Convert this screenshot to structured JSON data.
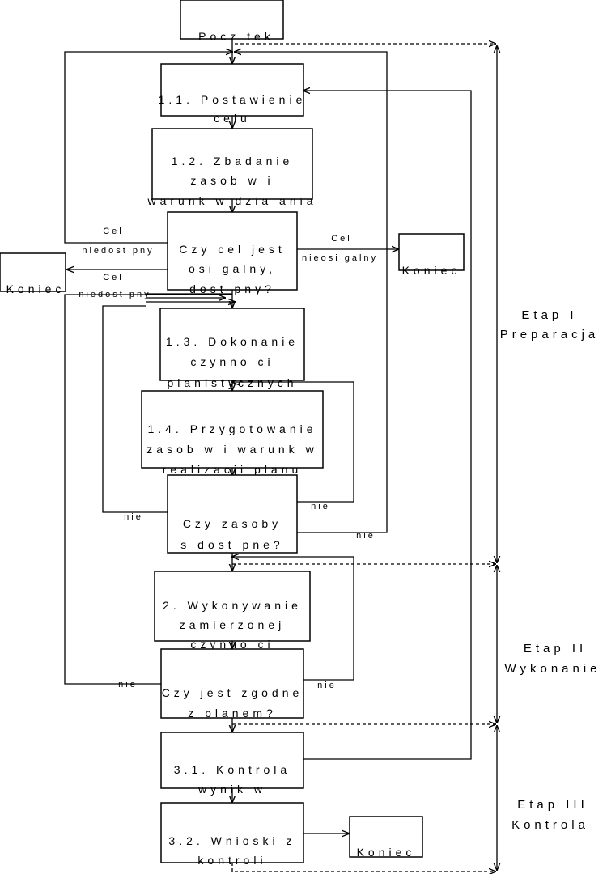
{
  "nodes": {
    "start": {
      "label": "Pocz tek"
    },
    "n11": {
      "line1": "1.1. Postawienie",
      "line2": "celu"
    },
    "n12": {
      "line1": "1.2. Zbadanie",
      "line2": "zasob w i",
      "line3": "warunk w dzia ania"
    },
    "q1": {
      "line1": "Czy cel jest",
      "line2": "osi galny,",
      "line3": "dost pny?"
    },
    "end_left": {
      "label": "Koniec"
    },
    "end_right": {
      "label": "Koniec"
    },
    "n13": {
      "line1": "1.3. Dokonanie",
      "line2": "czynno ci",
      "line3": "planistycznych"
    },
    "n14": {
      "line1": "1.4. Przygotowanie",
      "line2": "zasob w i warunk w",
      "line3": "realizacji planu"
    },
    "q2": {
      "line1": "Czy zasoby",
      "line2": "s  dost pne?"
    },
    "n2": {
      "line1": "2. Wykonywanie",
      "line2": "zamierzonej",
      "line3": "czynno ci"
    },
    "q3": {
      "line1": "Czy jest zgodne",
      "line2": "z planem?"
    },
    "n31": {
      "line1": "3.1. Kontrola",
      "line2": "wynik w"
    },
    "n32": {
      "line1": "3.2. Wnioski z",
      "line2": "kontroli"
    },
    "end_bottom": {
      "label": "Koniec"
    }
  },
  "edges": {
    "cel_niedostepny_top": {
      "line1": "Cel",
      "line2": "niedost pny"
    },
    "cel_niedostepny_left": {
      "line1": "Cel",
      "line2": "niedost pny"
    },
    "cel_nieosiagalny": {
      "line1": "Cel",
      "line2": "nieosi galny"
    },
    "nie_q2_left": {
      "label": "nie"
    },
    "nie_q2_right": {
      "label": "nie"
    },
    "nie_q2_return": {
      "label": "nie"
    },
    "nie_q3_left": {
      "label": "nie"
    },
    "nie_q3_right": {
      "label": "nie"
    }
  },
  "stages": {
    "etap1": {
      "line1": "Etap I",
      "line2": "Preparacja"
    },
    "etap2": {
      "line1": "Etap II",
      "line2": "Wykonanie"
    },
    "etap3": {
      "line1": "Etap III",
      "line2": "Kontrola"
    }
  }
}
